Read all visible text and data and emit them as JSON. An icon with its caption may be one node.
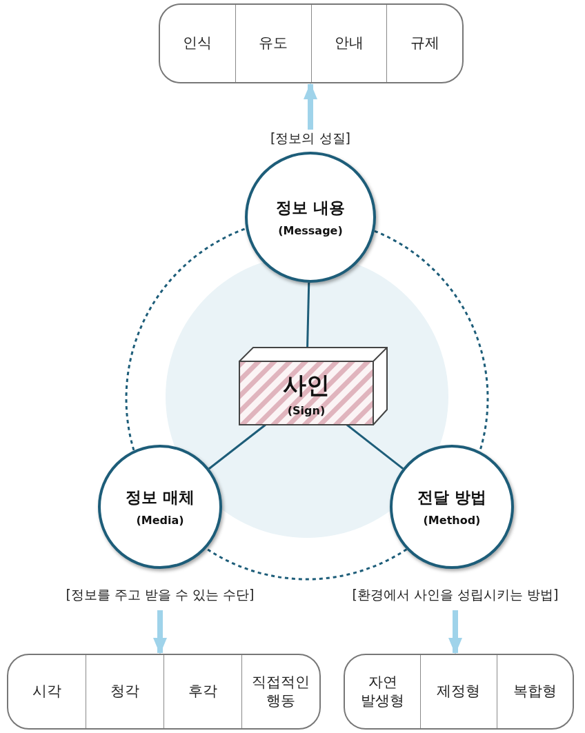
{
  "diagram": {
    "nodes": [
      {
        "text": [],
        "shape": "box"
      },
      {
        "text": [
          "인식"
        ],
        "in": 0
      },
      {
        "text": [
          "유도"
        ],
        "in": 0
      },
      {
        "text": [
          "안내"
        ],
        "in": 0
      },
      {
        "text": [
          "규제"
        ],
        "in": 0
      },
      {
        "text": [
          "정보 내용",
          "(Message)"
        ],
        "beside": [
          "[정보의 성질]"
        ]
      },
      {
        "text": [
          "사인",
          "(Sign)"
        ]
      },
      {
        "text": [
          "정보 매체",
          "(Media)"
        ],
        "beside": [
          "[정보를 주고 받을 수 있는 수단]"
        ]
      },
      {
        "text": [
          "전달 방법",
          "(Method)"
        ],
        "beside": [
          "[환경에서 사인을 성립시키는 방법]"
        ]
      },
      {
        "text": [],
        "shape": "box"
      },
      {
        "text": [
          "시각"
        ],
        "in": 9
      },
      {
        "text": [
          "청각"
        ],
        "in": 9
      },
      {
        "text": [
          "후각"
        ],
        "in": 9
      },
      {
        "text": [
          "직접적인 행동"
        ],
        "in": 9
      },
      {
        "text": [],
        "shape": "box"
      },
      {
        "text": [
          "자연 발생형"
        ],
        "in": 14
      },
      {
        "text": [
          "제정형"
        ],
        "in": 14
      },
      {
        "text": [
          "복합형"
        ],
        "in": 14
      }
    ],
    "edges": [
      {
        "from": 5,
        "to": 0,
        "arrow": "to",
        "style": "thick",
        "color": "#9fd3ea"
      },
      {
        "from": 6,
        "to": 5,
        "arrow": "none"
      },
      {
        "from": 6,
        "to": 7,
        "arrow": "none"
      },
      {
        "from": 6,
        "to": 8,
        "arrow": "none"
      },
      {
        "from": 5,
        "to": 8,
        "arrow": "none",
        "style": "dashed"
      },
      {
        "from": 8,
        "to": 7,
        "arrow": "none",
        "style": "dashed"
      },
      {
        "from": 7,
        "to": 5,
        "arrow": "none",
        "style": "dashed"
      },
      {
        "from": 7,
        "to": 9,
        "arrow": "to",
        "style": "thick",
        "color": "#9fd3ea"
      },
      {
        "from": 8,
        "to": 14,
        "arrow": "to",
        "style": "thick",
        "color": "#9fd3ea"
      }
    ]
  }
}
